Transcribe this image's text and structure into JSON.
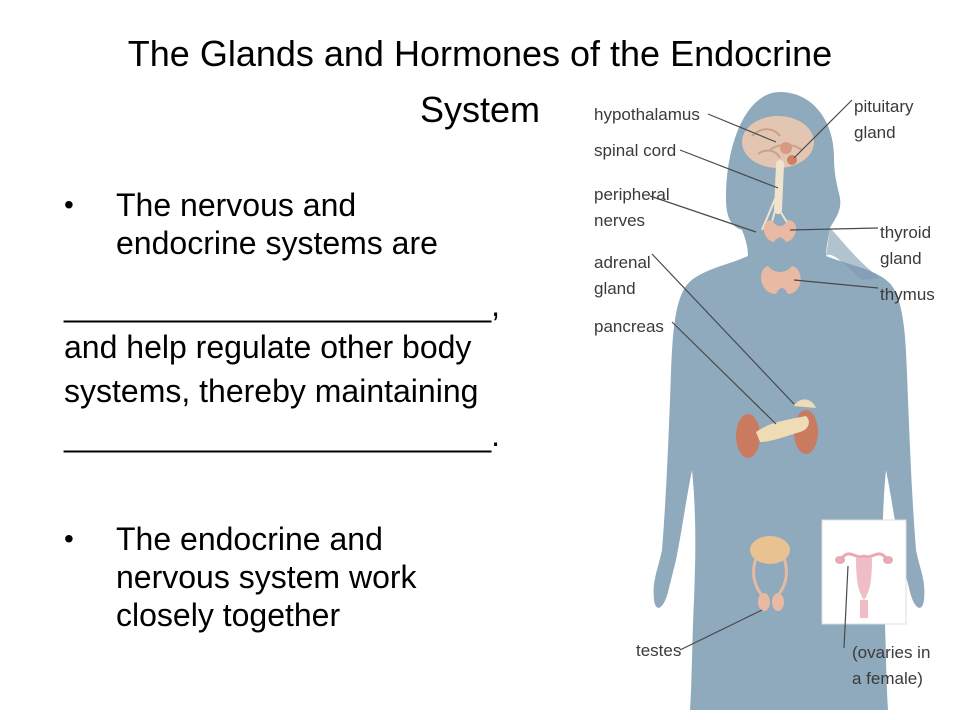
{
  "slide": {
    "title_line1": "The Glands and Hormones of the Endocrine",
    "title_line2": "System"
  },
  "bullets": [
    {
      "line1": "The nervous and",
      "line2": "endocrine systems are"
    },
    {
      "line1": "The endocrine and",
      "line2": "nervous system work",
      "line3": "closely together"
    }
  ],
  "continuation": {
    "blank1": "________________________,",
    "line1": "and help regulate other body",
    "line2": "systems, thereby maintaining",
    "blank2": "________________________."
  },
  "diagram": {
    "labels": {
      "hypothalamus": "hypothalamus",
      "spinal_cord": "spinal cord",
      "peripheral_1": "peripheral",
      "peripheral_2": "nerves",
      "adrenal_1": "adrenal",
      "adrenal_2": "gland",
      "pancreas": "pancreas",
      "pituitary_1": "pituitary",
      "pituitary_2": "gland",
      "thyroid_1": "thyroid",
      "thyroid_2": "gland",
      "thymus": "thymus",
      "testes": "testes",
      "ovaries_1": "(ovaries in",
      "ovaries_2": "a female)"
    },
    "colors": {
      "body": "#8fa9bd",
      "body_shadow": "#7f9bb1",
      "brain": "#e2c6b2",
      "gland": "#e8b9a3",
      "kidney": "#c97a5f",
      "pancreas": "#f0dcb4",
      "leader": "#4a4a4a"
    }
  }
}
